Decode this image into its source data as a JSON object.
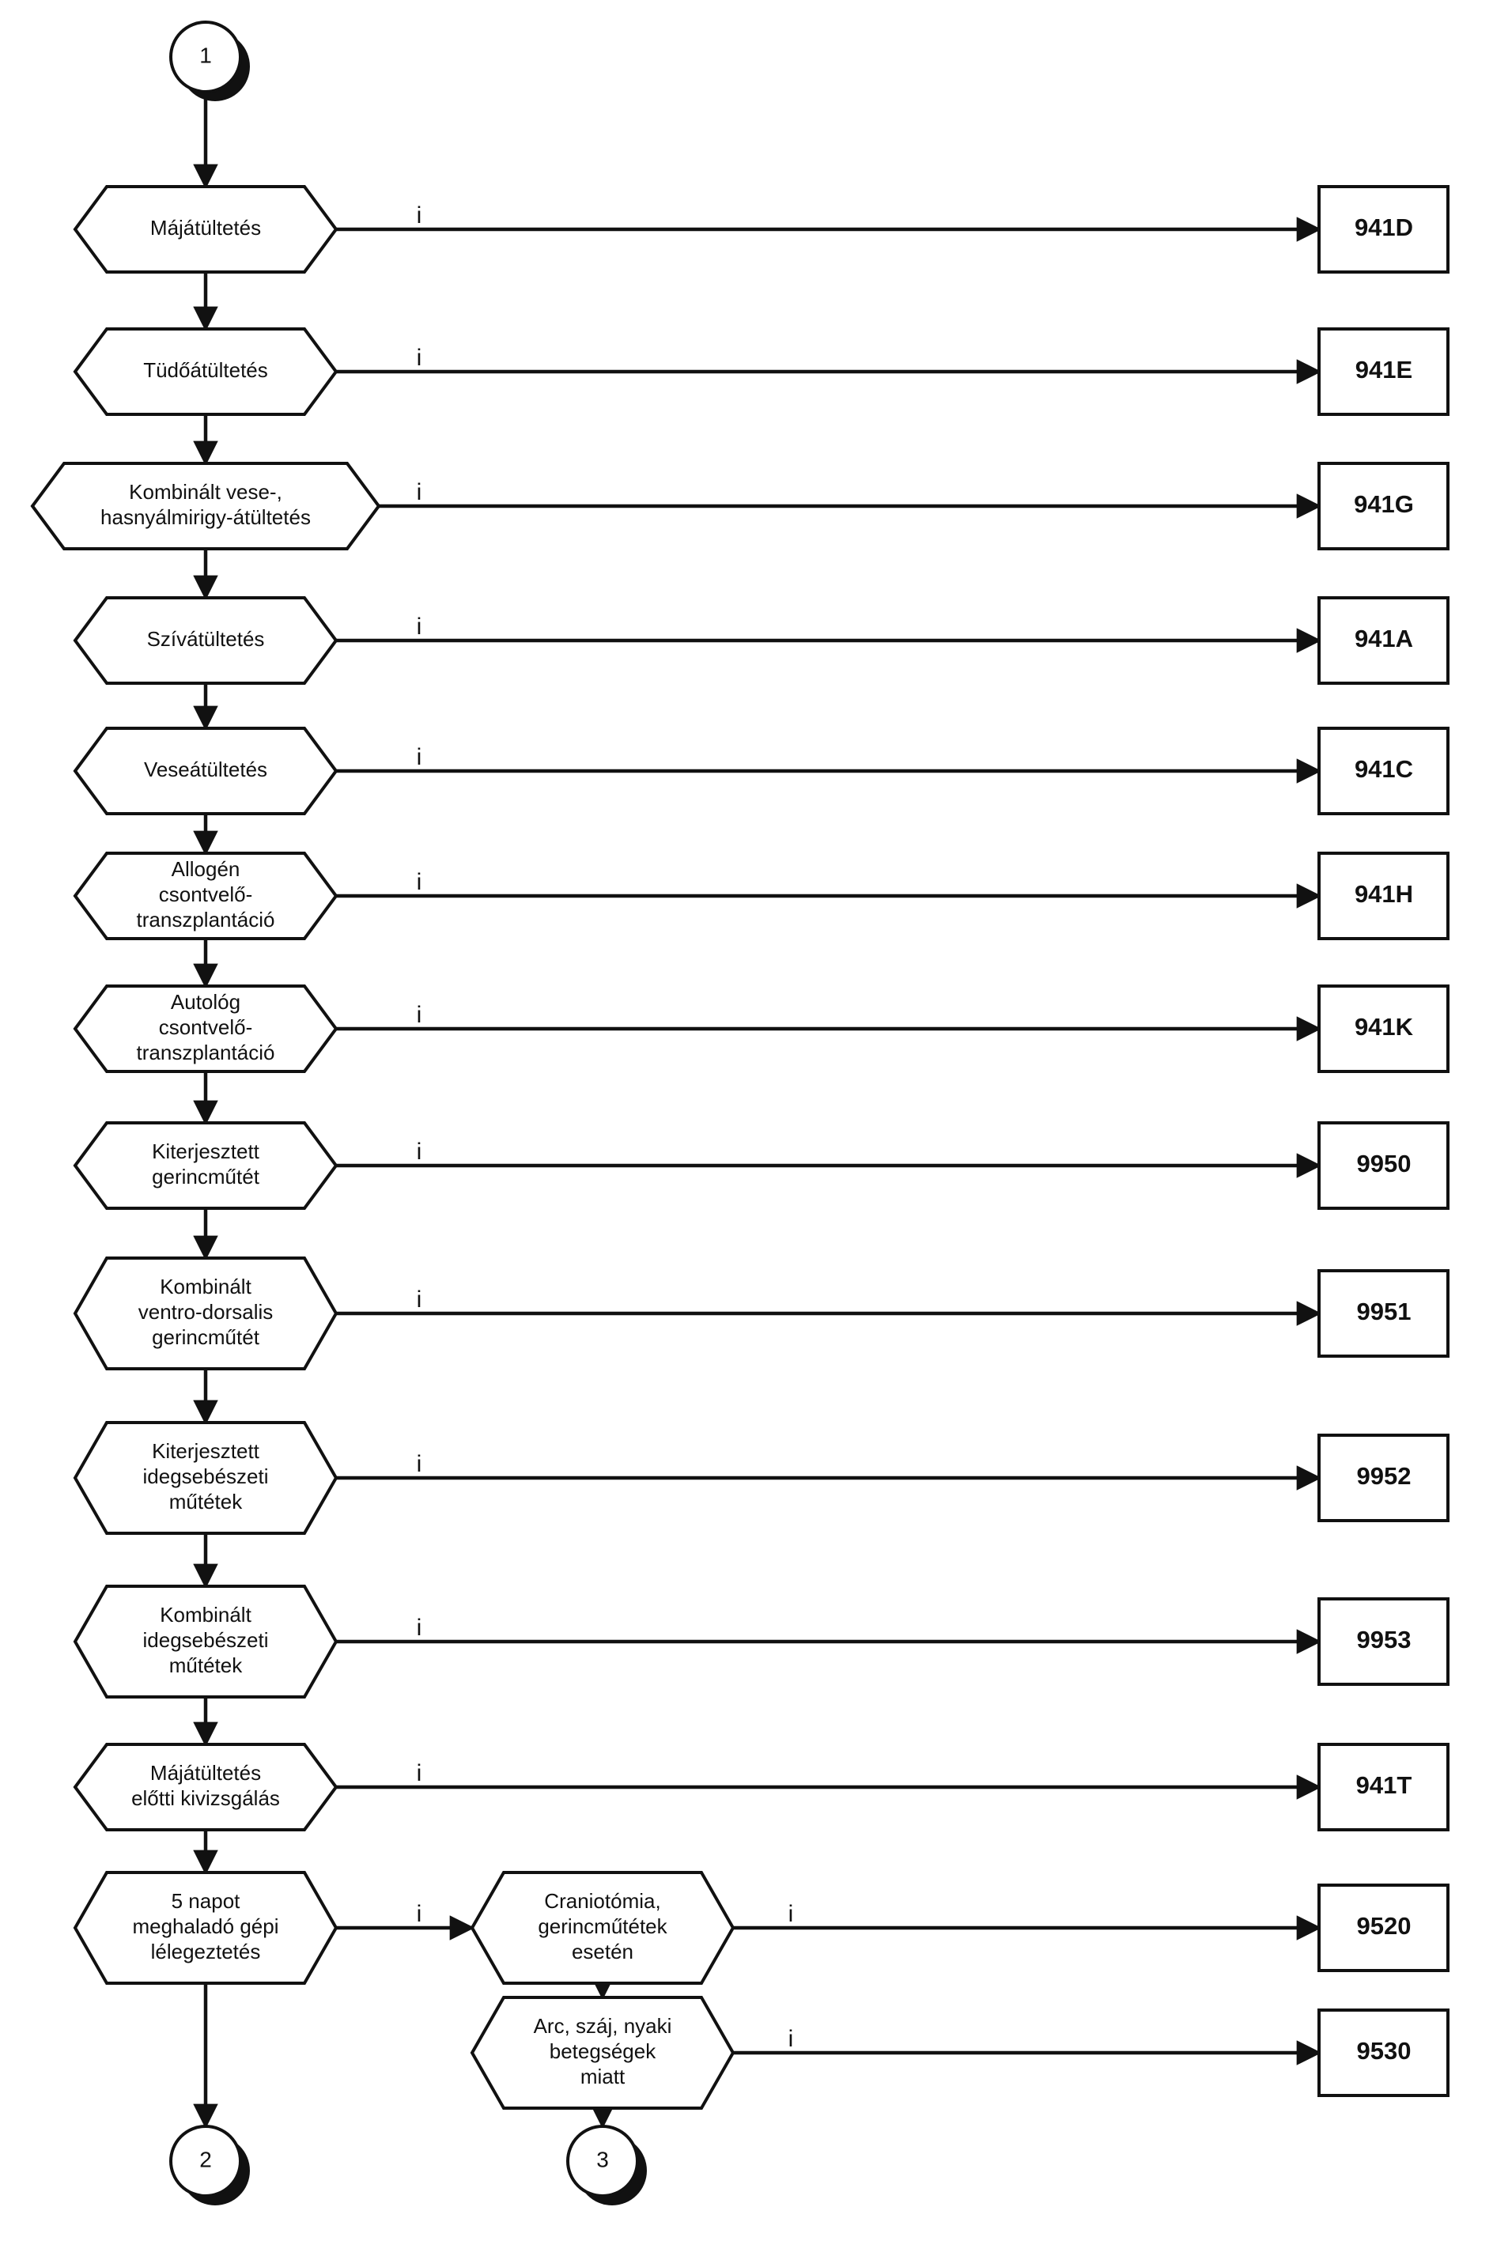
{
  "diagram": {
    "start_connector": {
      "label": "1"
    },
    "end_connectors": [
      {
        "label": "2"
      },
      {
        "label": "3"
      }
    ],
    "branch_label": "i",
    "decisions": [
      {
        "lines": [
          "Májátültetés"
        ],
        "code": "941D"
      },
      {
        "lines": [
          "Tüdőátültetés"
        ],
        "code": "941E"
      },
      {
        "lines": [
          "Kombinált vese-,",
          "hasnyálmirigy-átültetés"
        ],
        "code": "941G"
      },
      {
        "lines": [
          "Szívátültetés"
        ],
        "code": "941A"
      },
      {
        "lines": [
          "Veseátültetés"
        ],
        "code": "941C"
      },
      {
        "lines": [
          "Allogén",
          "csontvelő-",
          "transzplantáció"
        ],
        "code": "941H"
      },
      {
        "lines": [
          "Autológ",
          "csontvelő-",
          "transzplantáció"
        ],
        "code": "941K"
      },
      {
        "lines": [
          "Kiterjesztett",
          "gerincműtét"
        ],
        "code": "9950"
      },
      {
        "lines": [
          "Kombinált",
          "ventro-dorsalis",
          "gerincműtét"
        ],
        "code": "9951"
      },
      {
        "lines": [
          "Kiterjesztett",
          "idegsebészeti",
          "műtétek"
        ],
        "code": "9952"
      },
      {
        "lines": [
          "Kombinált",
          "idegsebészeti",
          "műtétek"
        ],
        "code": "9953"
      },
      {
        "lines": [
          "Májátültetés",
          "előtti kivizsgálás"
        ],
        "code": "941T"
      },
      {
        "lines": [
          "5 napot",
          "meghaladó gépi",
          "lélegeztetés"
        ]
      }
    ],
    "sub_decisions": [
      {
        "lines": [
          "Craniotómia,",
          "gerincműtétek",
          "esetén"
        ],
        "code": "9520"
      },
      {
        "lines": [
          "Arc, száj, nyaki",
          "betegségek",
          "miatt"
        ],
        "code": "9530"
      }
    ]
  }
}
